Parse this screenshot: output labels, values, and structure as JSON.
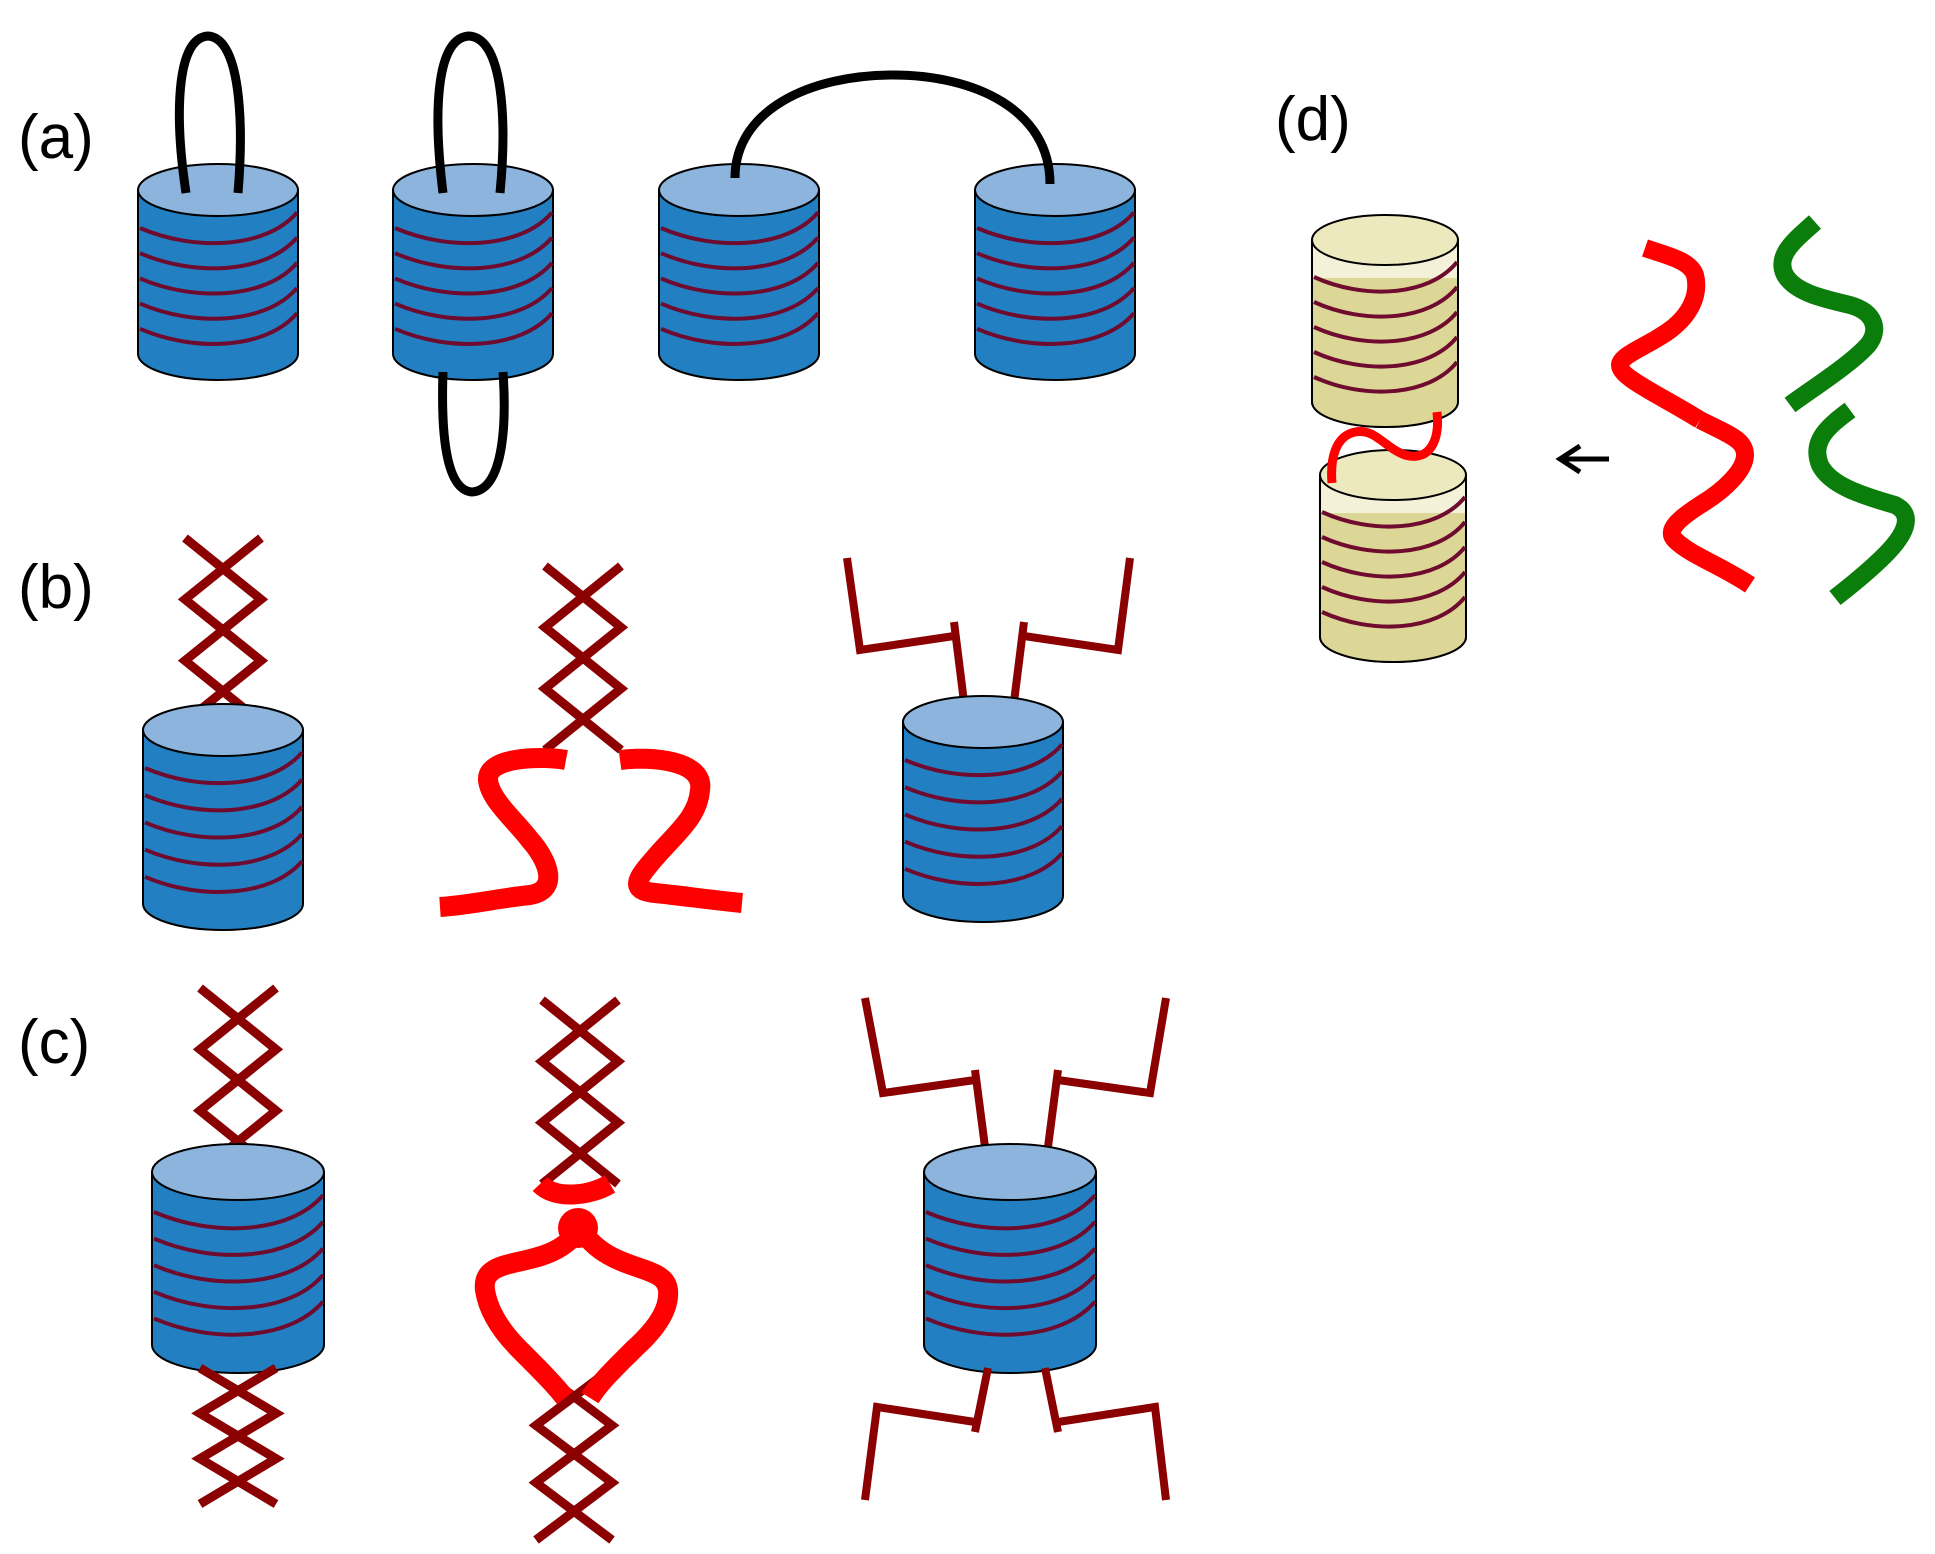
{
  "labels": {
    "a": "(a)",
    "b": "(b)",
    "c": "(c)",
    "d": "(d)"
  },
  "colors": {
    "cylinder_body": "#2280c2",
    "cylinder_top": "#8cb4dc",
    "stripe": "#6e0b2e",
    "loop": "#000000",
    "ligand": "#8b0000",
    "linker": "#ff0000",
    "helix_green": "#0a7d0a",
    "cylinder_body_pale": "#dcd697",
    "cylinder_top_pale": "#ece9bf",
    "arrow": "#000000"
  }
}
